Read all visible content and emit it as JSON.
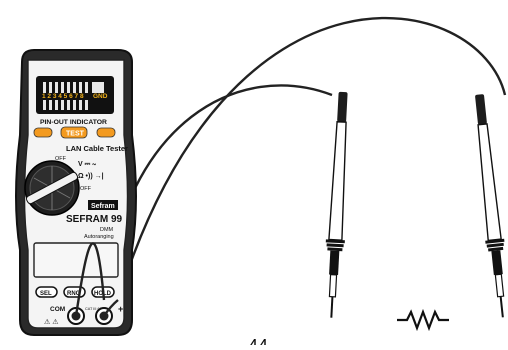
{
  "device": {
    "led_numbers": "1 2 3 4 5 6 7 8",
    "gnd_label": "GND",
    "pinout_label": "PIN-OUT INDICATOR",
    "test_button": "TEST",
    "lan_label": "LAN  Cable  Tester",
    "dial": {
      "off_top": "OFF",
      "volt": "V ⎓ ∼",
      "ohm": "Ω •)) →|",
      "off_bottom": "OFF"
    },
    "brand": "Sefram",
    "model": "SEFRAM 99",
    "dmm_line1": "DMM",
    "dmm_line2": "Autoranging",
    "buttons": {
      "sel": "SEL",
      "rng": "RNG",
      "hold": "HOLD"
    },
    "com_label": "COM",
    "cat_label": "CAT III 600V",
    "plus_label": "+",
    "warning_symbols": "⚠ ⚠"
  },
  "colors": {
    "body": "#1a1a1a",
    "led_text": "#f2b21a",
    "button_orange": "#f39a1f",
    "lead": "#222222"
  },
  "icons": [
    "resistor-symbol",
    "warning-triangle-icon"
  ]
}
